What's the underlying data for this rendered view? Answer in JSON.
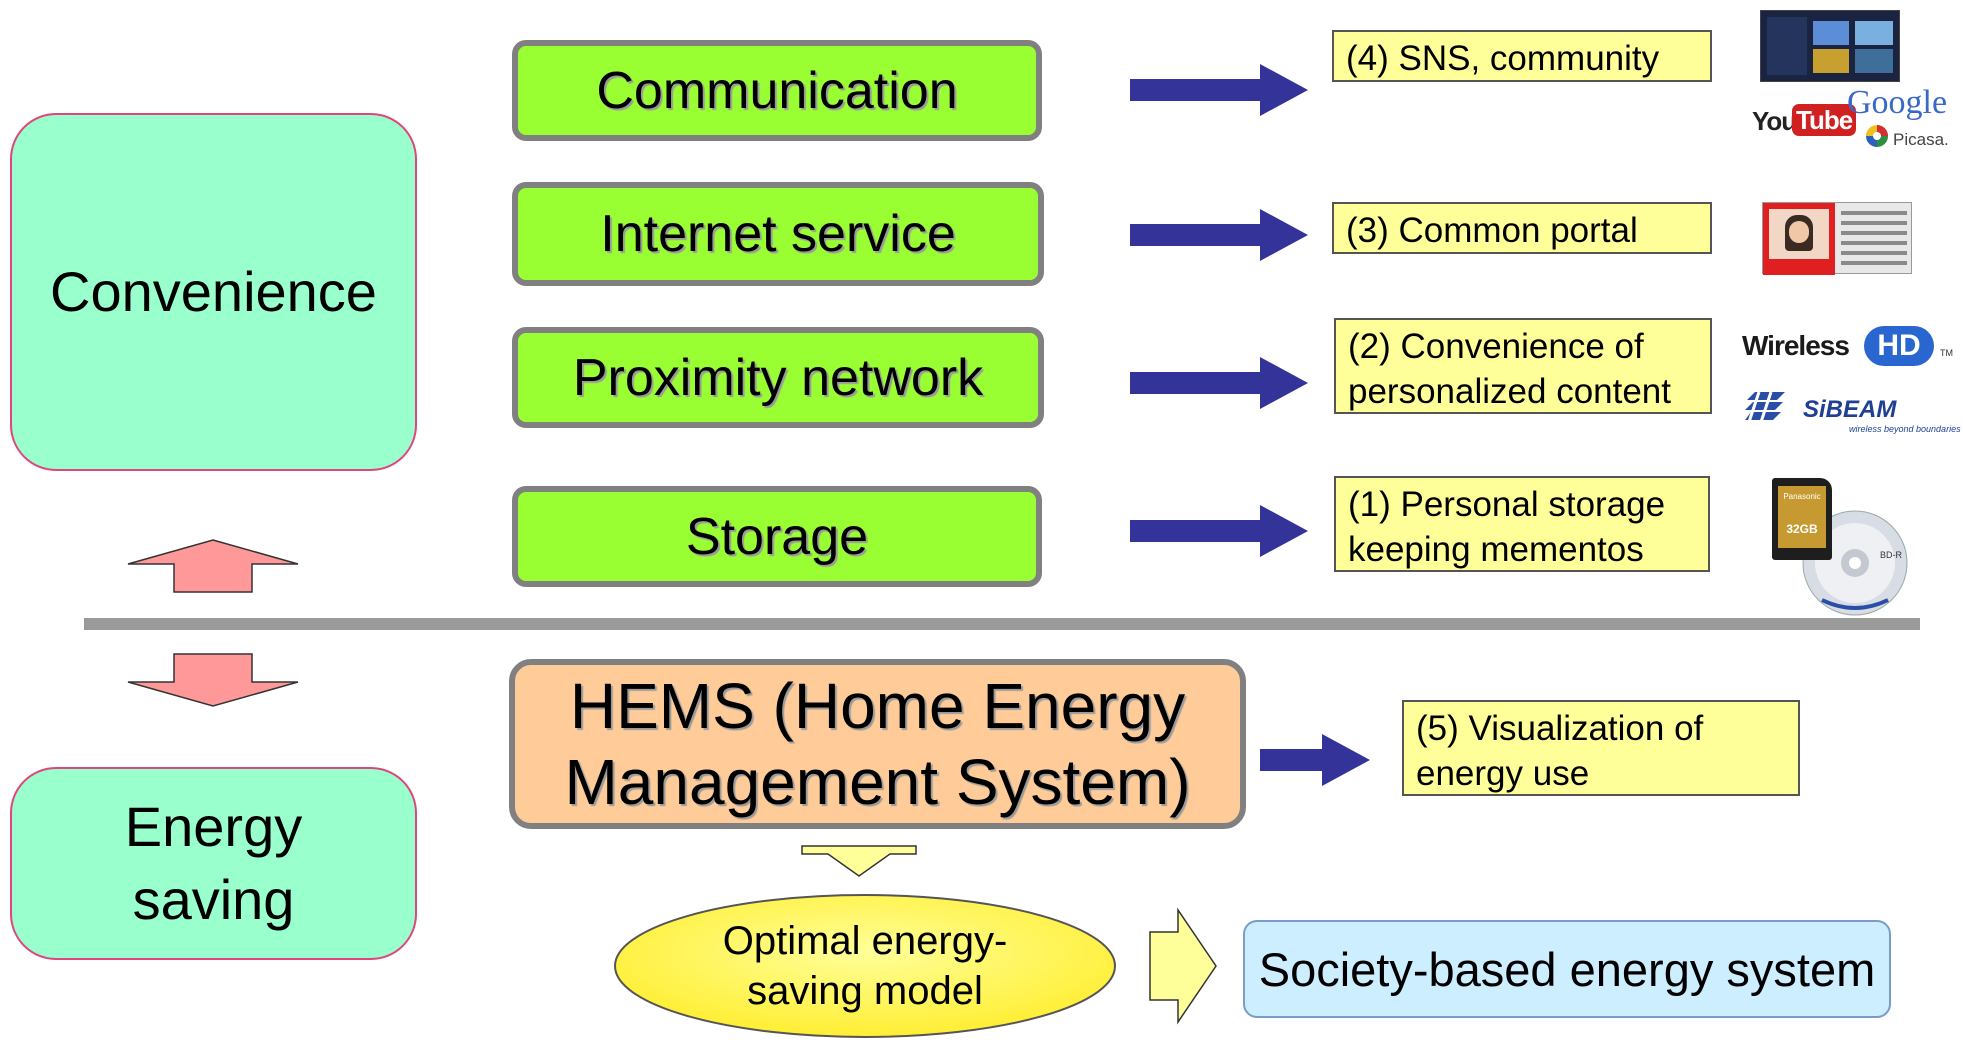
{
  "categories": {
    "convenience": "Convenience",
    "energy_line1": "Energy",
    "energy_line2": "saving"
  },
  "features": {
    "communication": "Communication",
    "internet": "Internet service",
    "proximity": "Proximity network",
    "storage": "Storage"
  },
  "labels": {
    "sns": "(4) SNS, community",
    "portal": "(3) Common portal",
    "personalized_l1": "(2) Convenience of",
    "personalized_l2": "personalized content",
    "storage_l1": "(1) Personal storage",
    "storage_l2": "keeping mementos",
    "visual_l1": "(5) Visualization of",
    "visual_l2": "energy use"
  },
  "hems": {
    "line1": "HEMS (Home Energy",
    "line2": "Management System)"
  },
  "model": {
    "line1": "Optimal energy-",
    "line2": "saving model"
  },
  "society": "Society-based energy system",
  "logos": {
    "youtube_you": "You",
    "youtube_tube": "Tube",
    "google": "Google",
    "picasa": "Picasa.",
    "wirelesshd_word": "Wireless",
    "wirelesshd_hd": "HD",
    "wirelesshd_tm": "TM",
    "sibeam": "SiBEAM",
    "sibeam_tagline": "wireless beyond boundaries",
    "sd_brand": "Panasonic",
    "sd_capacity": "32GB",
    "bd_label": "BD-R"
  },
  "colors": {
    "category_fill": "#99ffcc",
    "feature_fill": "#99ff33",
    "label_fill": "#ffff99",
    "hems_fill": "#ffcc99",
    "society_fill": "#cceeff",
    "arrow_blue": "#333399",
    "arrow_pink": "#ff9999",
    "arrow_yellow": "#ffff99"
  }
}
